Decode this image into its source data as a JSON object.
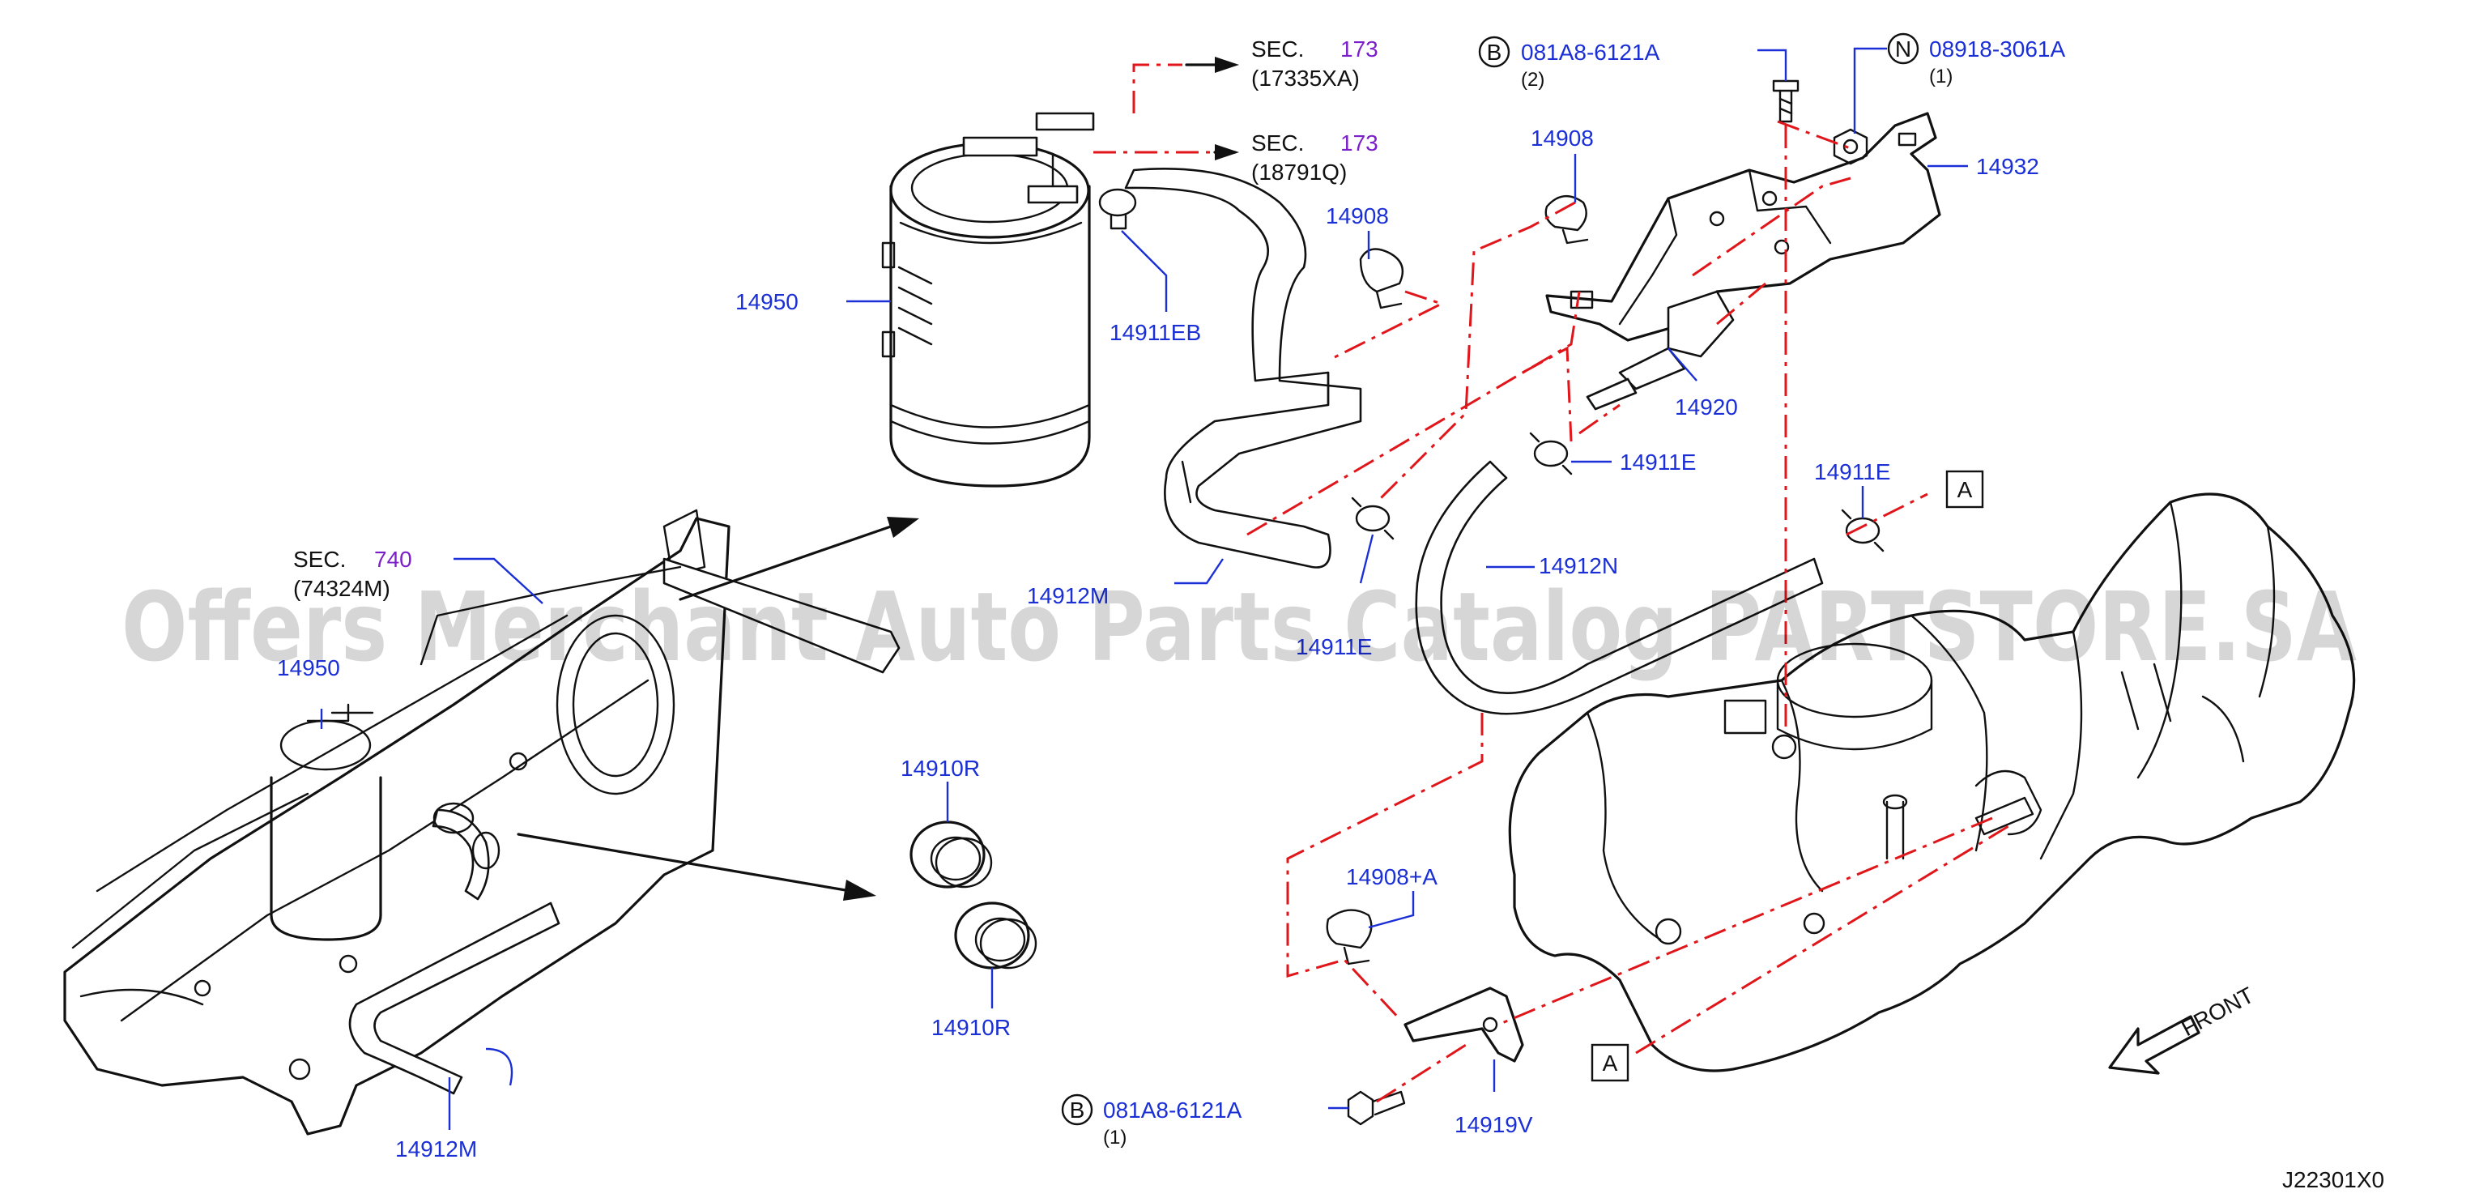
{
  "diagram": {
    "watermark": "Offers Merchant Auto Parts Catalog PARTSTORE.SA",
    "diagram_code": "J22301X0",
    "front_label": "FRONT",
    "ref_marker": "A",
    "sections": [
      {
        "prefix": "SEC.",
        "number": "173",
        "ref": "(17335XA)"
      },
      {
        "prefix": "SEC.",
        "number": "173",
        "ref": "(18791Q)"
      },
      {
        "prefix": "SEC.",
        "number": "740",
        "ref": "(74324M)"
      }
    ],
    "fasteners": [
      {
        "badge": "B",
        "part": "081A8-6121A",
        "qty": "(2)"
      },
      {
        "badge": "N",
        "part": "08918-3061A",
        "qty": "(1)"
      },
      {
        "badge": "B",
        "part": "081A8-6121A",
        "qty": "(1)"
      }
    ],
    "parts": [
      "14950",
      "14911EB",
      "14908",
      "14908",
      "14932",
      "14920",
      "14911E",
      "14911E",
      "14912N",
      "14912M",
      "14911E",
      "14950",
      "14910R",
      "14910R",
      "14908+A",
      "14919V",
      "14912M"
    ]
  }
}
